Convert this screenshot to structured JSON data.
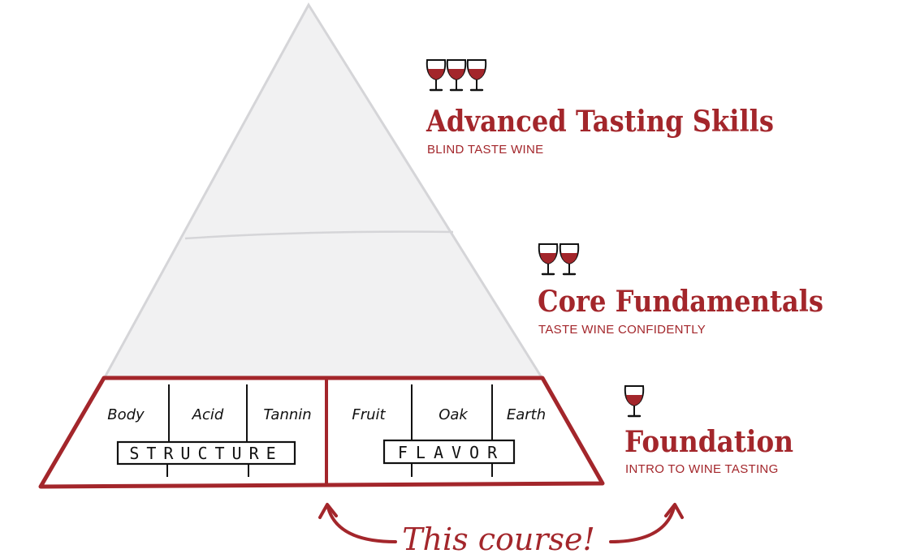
{
  "colors": {
    "accent": "#a3262b",
    "pyramid_fill": "#f1f1f2",
    "pyramid_stroke": "#d5d5d8",
    "ink": "#111111"
  },
  "tiers": [
    {
      "title": "Advanced Tasting Skills",
      "subtitle": "BLIND TASTE WINE",
      "glasses": 3
    },
    {
      "title": "Core Fundamentals",
      "subtitle": "TASTE WINE CONFIDENTLY",
      "glasses": 2
    },
    {
      "title": "Foundation",
      "subtitle": "INTRO TO WINE TASTING",
      "glasses": 1
    }
  ],
  "foundation": {
    "structure": {
      "label": "STRUCTURE",
      "items": [
        "Body",
        "Acid",
        "Tannin"
      ]
    },
    "flavor": {
      "label": "FLAVOR",
      "items": [
        "Fruit",
        "Oak",
        "Earth"
      ]
    }
  },
  "callout": "This course!",
  "icons": {
    "glass": "wine-glass-icon",
    "arrow": "curved-arrow-icon"
  }
}
